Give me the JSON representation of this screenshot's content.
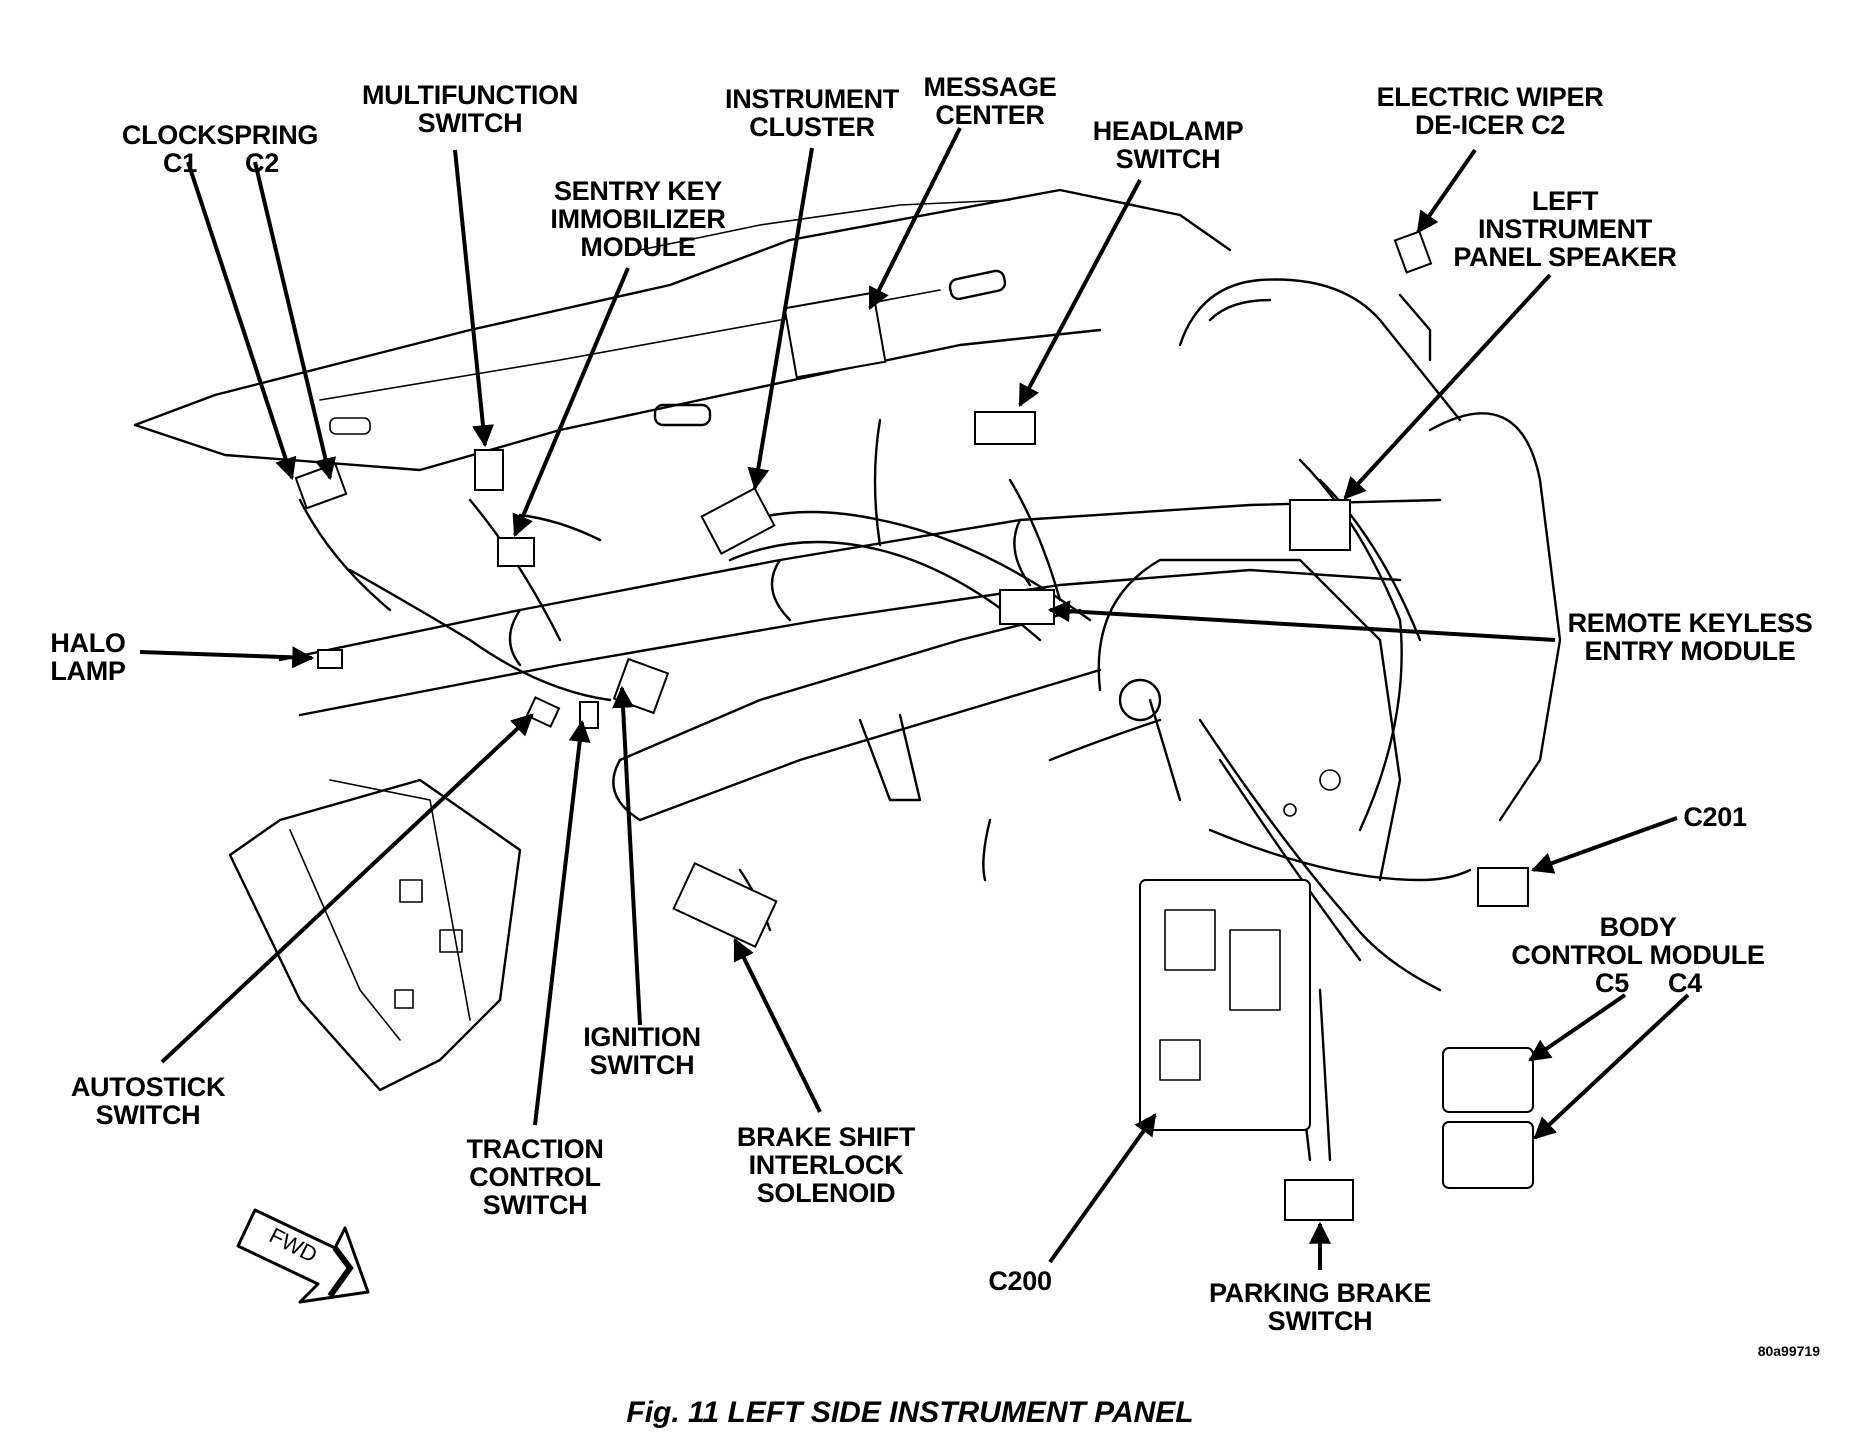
{
  "figure": {
    "caption": "Fig. 11 LEFT SIDE INSTRUMENT PANEL",
    "ref_code": "80a99719",
    "fwd_label": "FWD"
  },
  "labels": {
    "clockspring_title": "CLOCKSPRING",
    "clockspring_c1": "C1",
    "clockspring_c2": "C2",
    "multifunction_1": "MULTIFUNCTION",
    "multifunction_2": "SWITCH",
    "sentry_1": "SENTRY KEY",
    "sentry_2": "IMMOBILIZER",
    "sentry_3": "MODULE",
    "cluster_1": "INSTRUMENT",
    "cluster_2": "CLUSTER",
    "message_1": "MESSAGE",
    "message_2": "CENTER",
    "headlamp_1": "HEADLAMP",
    "headlamp_2": "SWITCH",
    "wiper_1": "ELECTRIC WIPER",
    "wiper_2": "DE-ICER C2",
    "speaker_1": "LEFT",
    "speaker_2": "INSTRUMENT",
    "speaker_3": "PANEL SPEAKER",
    "rke_1": "REMOTE KEYLESS",
    "rke_2": "ENTRY MODULE",
    "halo_1": "HALO",
    "halo_2": "LAMP",
    "c201": "C201",
    "bcm_1": "BODY",
    "bcm_2": "CONTROL MODULE",
    "bcm_c5": "C5",
    "bcm_c4": "C4",
    "autostick_1": "AUTOSTICK",
    "autostick_2": "SWITCH",
    "ignition_1": "IGNITION",
    "ignition_2": "SWITCH",
    "traction_1": "TRACTION",
    "traction_2": "CONTROL",
    "traction_3": "SWITCH",
    "brake_shift_1": "BRAKE SHIFT",
    "brake_shift_2": "INTERLOCK",
    "brake_shift_3": "SOLENOID",
    "c200": "C200",
    "parking_1": "PARKING BRAKE",
    "parking_2": "SWITCH"
  }
}
